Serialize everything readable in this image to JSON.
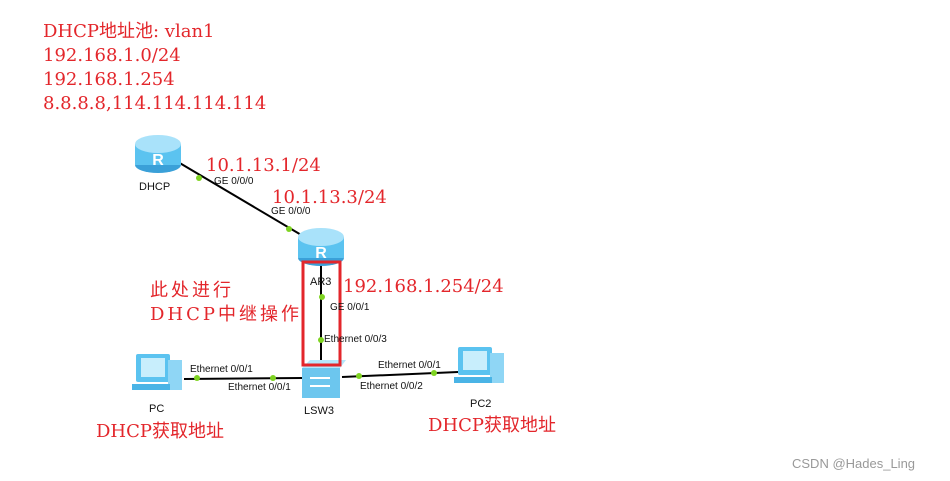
{
  "annotations": {
    "pool_lines": [
      "DHCP地址池: vlan1",
      "192.168.1.0/24",
      "192.168.1.254",
      "8.8.8.8,114.114.114.114"
    ],
    "dhcp_ip": "10.1.13.1/24",
    "ar3_g000_ip": "10.1.13.3/24",
    "ar3_g001_ip": "192.168.1.254/24",
    "relay_note": [
      "此处进行",
      "DHCP中继操作"
    ],
    "pc_note": "DHCP获取地址",
    "pc2_note": "DHCP获取地址"
  },
  "devices": {
    "dhcp": "DHCP",
    "ar3": "AR3",
    "lsw3": "LSW3",
    "pc": "PC",
    "pc2": "PC2"
  },
  "ports": {
    "dhcp_ge": "GE 0/0/0",
    "ar3_ge0": "GE 0/0/0",
    "ar3_ge1": "GE 0/0/1",
    "lsw_e3": "Ethernet 0/0/3",
    "pc_e1": "Ethernet 0/0/1",
    "lsw_e1": "Ethernet 0/0/1",
    "pc2_e1": "Ethernet 0/0/1",
    "lsw_e2": "Ethernet 0/0/2"
  },
  "watermark": "CSDN @Hades_Ling",
  "colors": {
    "annotation": "#e3262b",
    "link_dot": "#7ed321",
    "device": "#5bc3f0"
  }
}
